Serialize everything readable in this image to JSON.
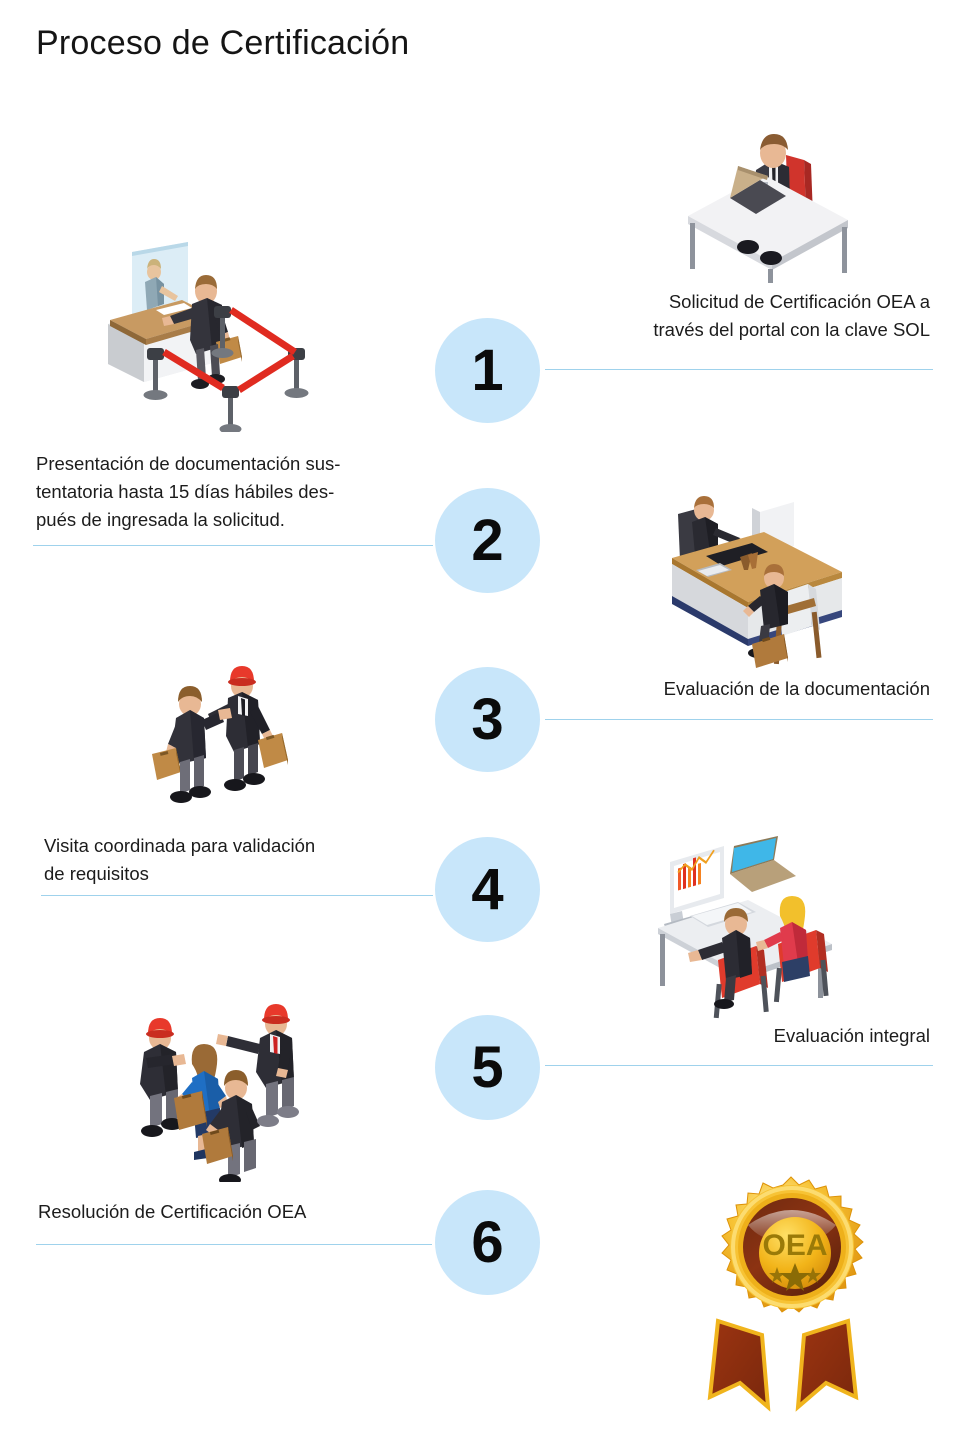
{
  "header": {
    "title": "Proceso de Certificación"
  },
  "palette": {
    "circle_fill": "#c8e6fa",
    "rule_color": "#9fd2ec",
    "number_color": "#0b0b0b",
    "text_color": "#1c1c1c",
    "background": "#ffffff",
    "medal_gold": "#f2b319",
    "medal_gold_light": "#ffd champ",
    "medal_red": "#8c2d10"
  },
  "steps": [
    {
      "number": "1",
      "side": "right",
      "caption_lines": [
        "Solicitud de Certificación OEA a",
        "través del portal con la clave SOL"
      ],
      "illustration": "man-at-desk-with-laptop"
    },
    {
      "number": "2",
      "side": "left",
      "caption_lines": [
        "Presentación de documentación sus-",
        "tentatoria hasta 15 días hábiles des-",
        "pués de ingresada la solicitud."
      ],
      "illustration": "service-counter-with-queue-barriers"
    },
    {
      "number": "3",
      "side": "right",
      "caption_lines": [
        "Evaluación de la documentación"
      ],
      "illustration": "office-desk-meeting"
    },
    {
      "number": "4",
      "side": "left",
      "caption_lines": [
        "Visita coordinada para validación",
        "de requisitos"
      ],
      "illustration": "handshake-businessmen"
    },
    {
      "number": "5",
      "side": "right",
      "caption_lines": [
        "Evaluación integral"
      ],
      "illustration": "two-people-analyzing-data"
    },
    {
      "number": "6",
      "side": "left",
      "caption_lines": [
        "Resolución de Certificación OEA"
      ],
      "illustration": "group-of-inspectors"
    }
  ],
  "medal": {
    "label": "OEA",
    "stars": "★ ★ ★",
    "name": "oea-certification-medal"
  }
}
